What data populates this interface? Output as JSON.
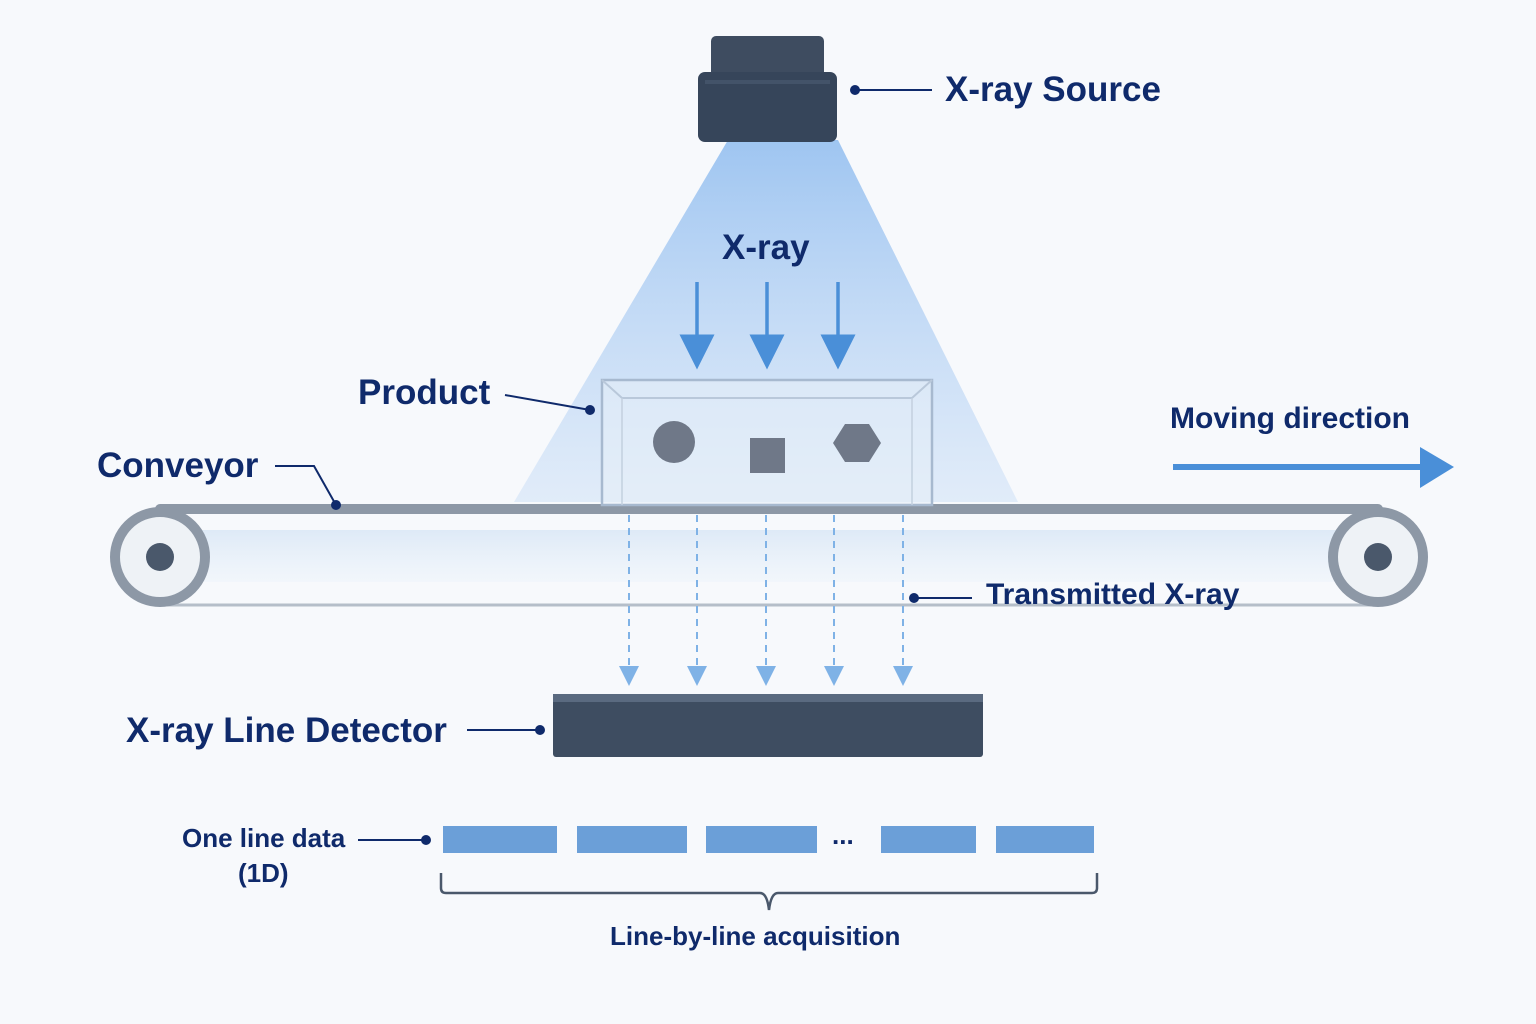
{
  "labels": {
    "xray_source": "X-ray Source",
    "xray": "X-ray",
    "product": "Product",
    "conveyor": "Conveyor",
    "moving_direction": "Moving direction",
    "transmitted_xray": "Transmitted X-ray",
    "line_detector": "X-ray Line Detector",
    "one_line_data_1": "One line data",
    "one_line_data_2": "(1D)",
    "ellipsis": "...",
    "acquisition": "Line-by-line acquisition"
  },
  "colors": {
    "navy_text": "#0f2a6b",
    "device_dark": "#3b4a5e",
    "beam_blue": "#4a8fd8",
    "conveyor_gray": "#8d98a6",
    "accent_arrow": "#4a8fd8"
  },
  "icons": {
    "product_shapes": [
      "circle",
      "square",
      "hexagon"
    ]
  }
}
